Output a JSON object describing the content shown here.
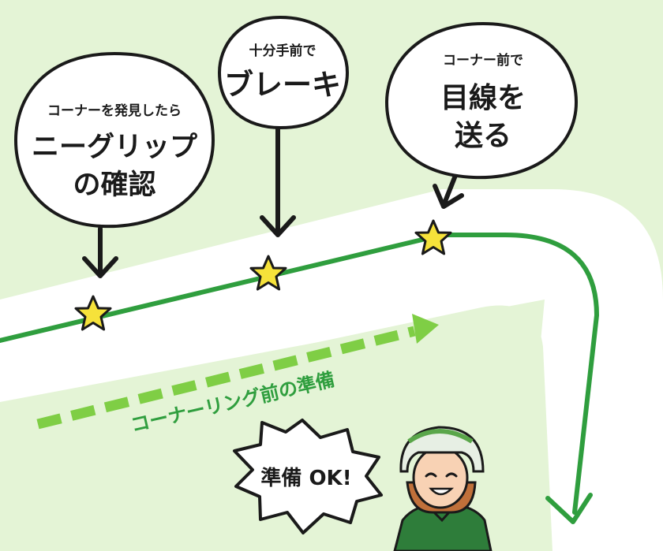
{
  "bubbles": {
    "left": {
      "small": "コーナーを発見したら",
      "big1": "ニーグリップ",
      "big2": "の確認"
    },
    "middle": {
      "small": "十分手前で",
      "big1": "ブレーキ"
    },
    "right": {
      "small": "コーナー前で",
      "big1": "目線を",
      "big2": "送る"
    }
  },
  "path_label": "コーナーリング前の準備",
  "burst_text": "準備 OK!",
  "colors": {
    "background": "#e4f4d6",
    "road": "#ffffff",
    "path_green": "#2f9e3e",
    "dash_green": "#7fce45",
    "star": "#f6e23a",
    "outline": "#1a1a1a"
  },
  "icons": {
    "markers": "star-icon",
    "rider": "helmet-rider-icon"
  }
}
